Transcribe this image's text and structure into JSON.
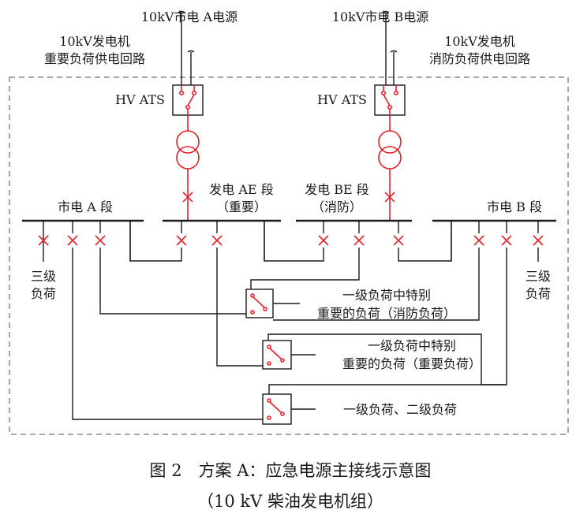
{
  "sources": {
    "a_name": "10kV市电 A电源",
    "b_name": "10kV市电 B电源",
    "gen_left_line1": "10kV发电机",
    "gen_left_line2": "重要负荷供电回路",
    "gen_right_line1": "10kV发电机",
    "gen_right_line2": "消防负荷供电回路"
  },
  "switches": {
    "ats_left": "HV ATS",
    "ats_right": "HV ATS"
  },
  "buses": {
    "city_a": "市电 A 段",
    "gen_ae_line1": "发电 AE 段",
    "gen_ae_line2": "（重要）",
    "gen_be_line1": "发电 BE 段",
    "gen_be_line2": "（消防）",
    "city_b": "市电 B 段"
  },
  "loads": {
    "tertiary_left_line1": "三级",
    "tertiary_left_line2": "负荷",
    "tertiary_right_line1": "三级",
    "tertiary_right_line2": "负荷",
    "special_fire_line1": "一级负荷中特别",
    "special_fire_line2": "重要的负荷（消防负荷）",
    "special_important_line1": "一级负荷中特别",
    "special_important_line2": "重要的负荷（重要负荷）",
    "primary_secondary": "一级负荷、二级负荷"
  },
  "caption": {
    "line1": "图 2　方案 A：应急电源主接线示意图",
    "line2": "（10 kV 柴油发电机组）"
  },
  "colors": {
    "line": "#1a1a1a",
    "accent": "#e8202a",
    "boundary": "#8a8a8a",
    "background": "#ffffff"
  }
}
